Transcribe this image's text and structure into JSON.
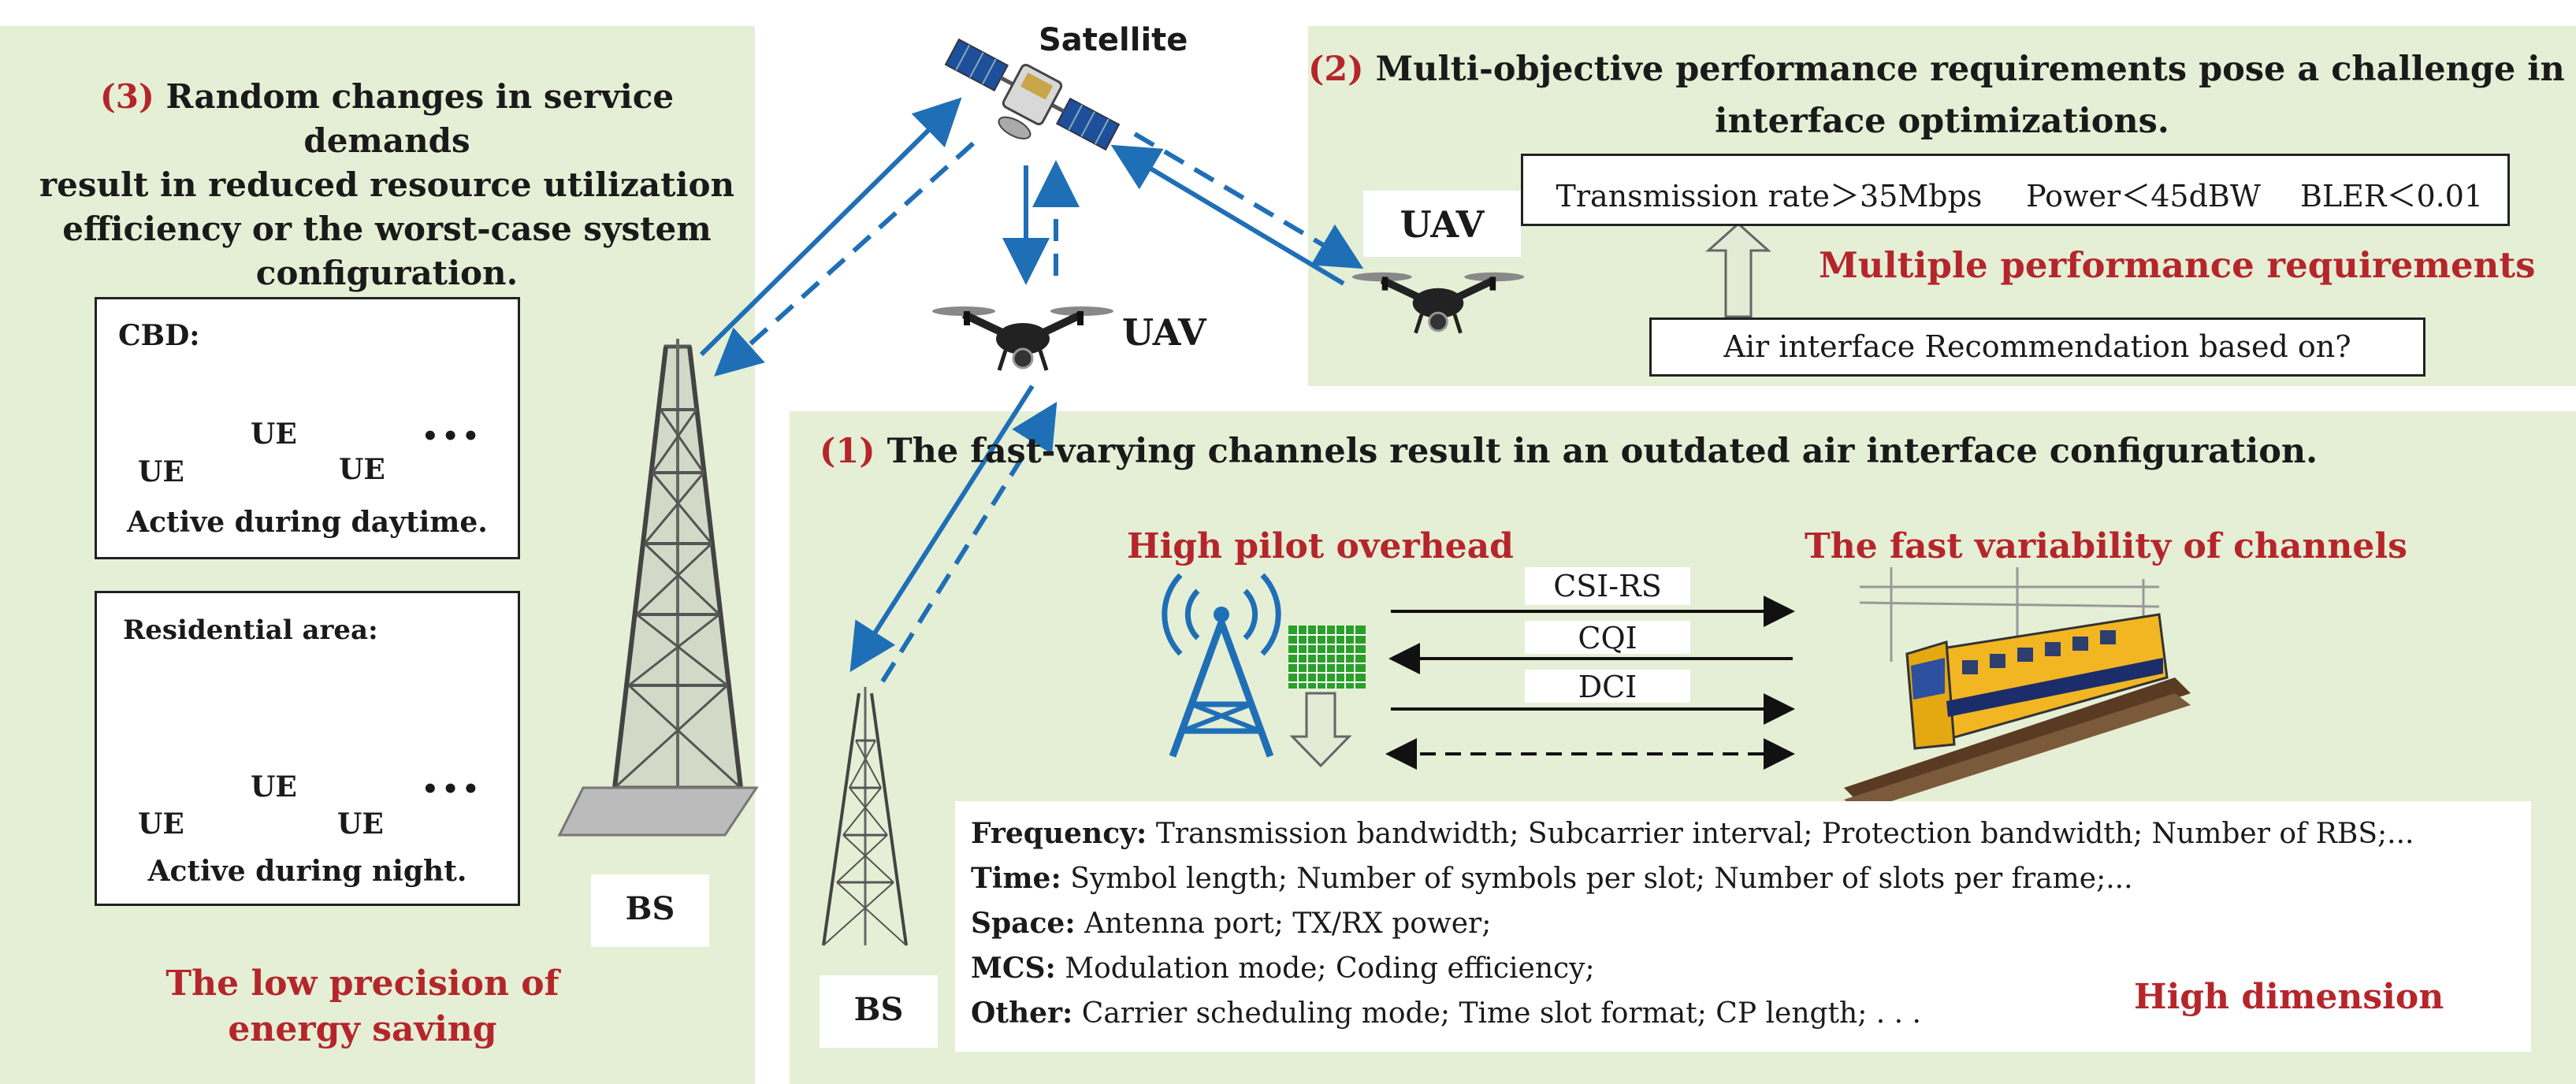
{
  "labels": {
    "satellite": "Satellite",
    "uav_center": "UAV",
    "uav_right": "UAV",
    "bs_left": "BS",
    "bs_center": "BS"
  },
  "panel3": {
    "num": "(3)",
    "text": "Random changes in service demands result in reduced resource utilization efficiency or the worst-case system configuration.",
    "line1": "Random changes in service demands",
    "line2": "result in reduced resource utilization",
    "line3": "efficiency or the worst-case system",
    "line4": "configuration.",
    "cbd": {
      "title": "CBD:",
      "ue": [
        "UE",
        "UE",
        "UE"
      ],
      "dots": "•••",
      "caption": "Active during daytime."
    },
    "res": {
      "title": "Residential area:",
      "ue": [
        "UE",
        "UE",
        "UE"
      ],
      "dots": "•••",
      "caption": "Active during night."
    },
    "footer_l1": "The low precision of",
    "footer_l2": "energy saving"
  },
  "panel2": {
    "num": "(2)",
    "line1": "Multi-objective performance requirements pose a challenge in air",
    "line2": "interface optimizations.",
    "req1": "Transmission rate＞35Mbps",
    "req2": "Power＜45dBW",
    "req3": "BLER＜0.01",
    "multi": "Multiple performance requirements",
    "recommend": "Air interface Recommendation based on?"
  },
  "panel1": {
    "num": "(1)",
    "title": "The fast-varying channels result in an outdated air interface configuration.",
    "pilot": "High pilot overhead",
    "fastvar": "The fast variability of channels",
    "sig1": "CSI-RS",
    "sig2": "CQI",
    "sig3": "DCI",
    "params": [
      {
        "k": "Frequency:",
        "v": "Transmission bandwidth; Subcarrier interval; Protection bandwidth;  Number of RBS;..."
      },
      {
        "k": "Time:",
        "v": "Symbol length; Number of symbols per slot; Number of slots per frame;..."
      },
      {
        "k": "Space:",
        "v": "Antenna port; TX/RX power;"
      },
      {
        "k": "MCS:",
        "v": "Modulation mode; Coding efficiency;"
      },
      {
        "k": "Other:",
        "v": "Carrier scheduling mode; Time slot format; CP length; . . ."
      }
    ],
    "highdim": "High dimension"
  },
  "colors": {
    "panel_bg": "#e5efd6",
    "accent_red": "#b5262b",
    "arrow_blue": "#1f6fb7"
  }
}
